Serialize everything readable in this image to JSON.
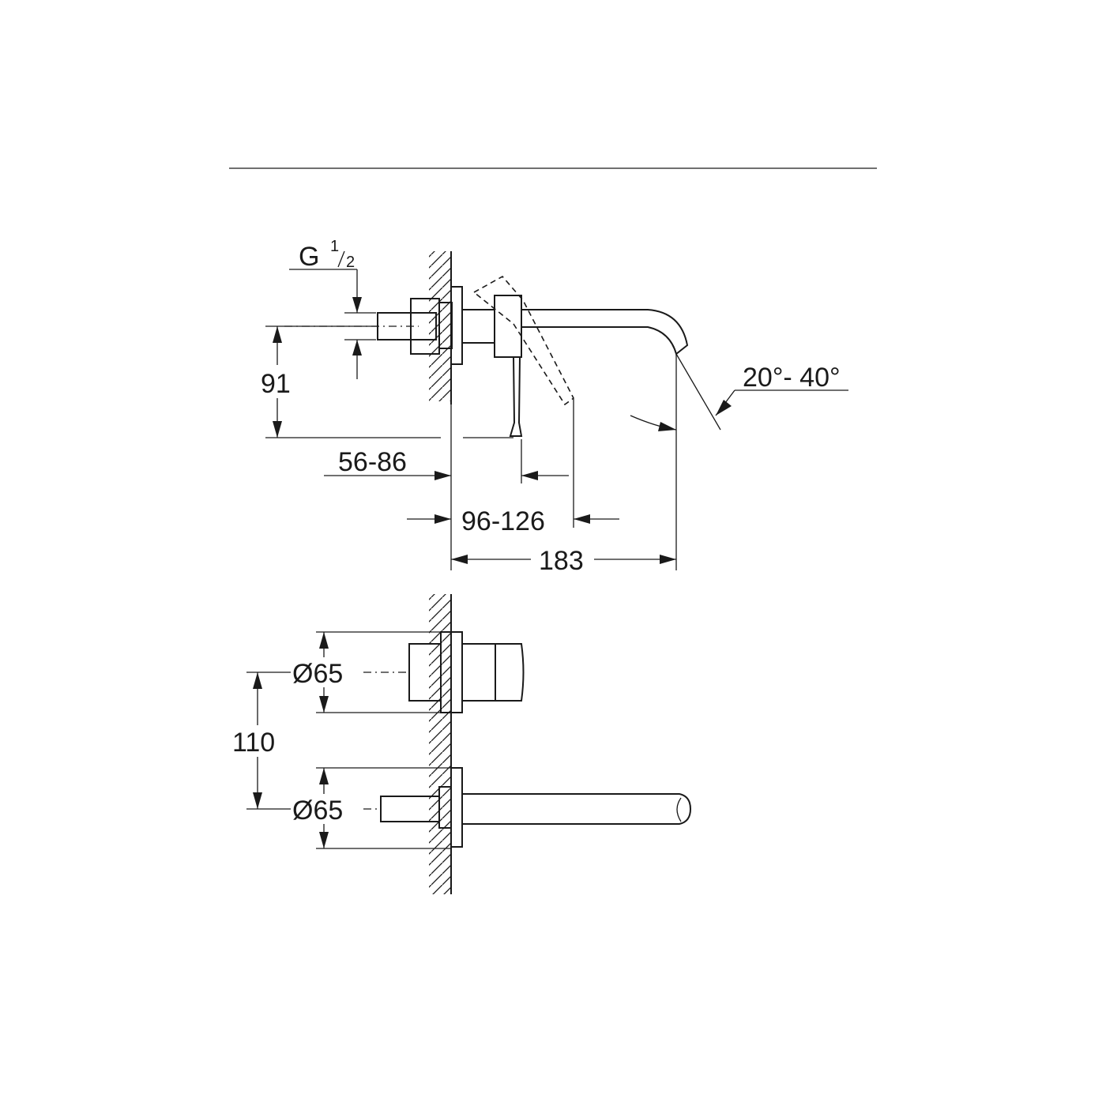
{
  "side_view": {
    "thread": {
      "letter": "G",
      "numerator": "1",
      "denominator": "2"
    },
    "height_dim": "91",
    "angle_dim": "20°- 40°",
    "depth_range_1": "56-86",
    "depth_range_2": "96-126",
    "projection_dim": "183"
  },
  "front_view": {
    "upper_diameter": "Ø65",
    "centre_distance": "110",
    "lower_diameter": "Ø65"
  }
}
